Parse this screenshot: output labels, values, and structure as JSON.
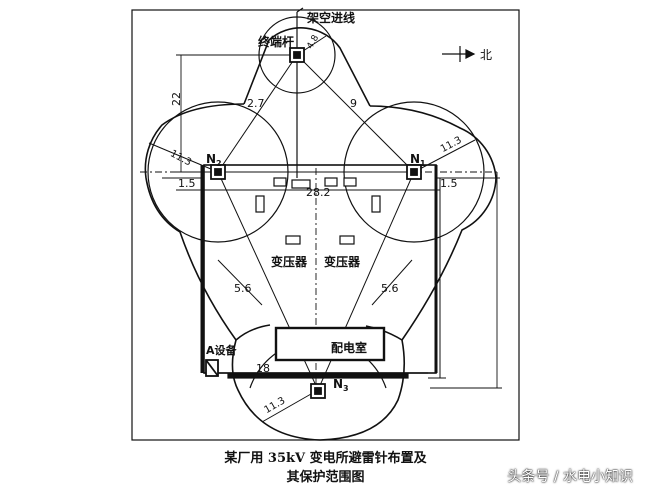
{
  "labels": {
    "overhead_line": "架空进线",
    "terminal_pole": "终端杆",
    "north": "北",
    "r_pole": "4.8",
    "dim_22": "22",
    "dim_27": "2.7",
    "dim_9": "9",
    "r_n2": "11.3",
    "r_n1": "11.3",
    "n2": "N",
    "n2_sub": "2",
    "n1": "N",
    "n1_sub": "1",
    "n3": "N",
    "n3_sub": "3",
    "dim_15_left": "1.5",
    "dim_15_right": "1.5",
    "dim_282": "28.2",
    "transformer_1": "变压器",
    "transformer_2": "变压器",
    "dim_56_left": "5.6",
    "dim_56_right": "5.6",
    "a_equipment": "A设备",
    "distribution_room": "配电室",
    "dim_18": "18",
    "r_n3": "11.3"
  },
  "caption": {
    "line1": "某厂用 35kV 变电所避雷针布置及",
    "line2": "其保护范围图"
  },
  "watermark": "头条号 / 水电小知识"
}
